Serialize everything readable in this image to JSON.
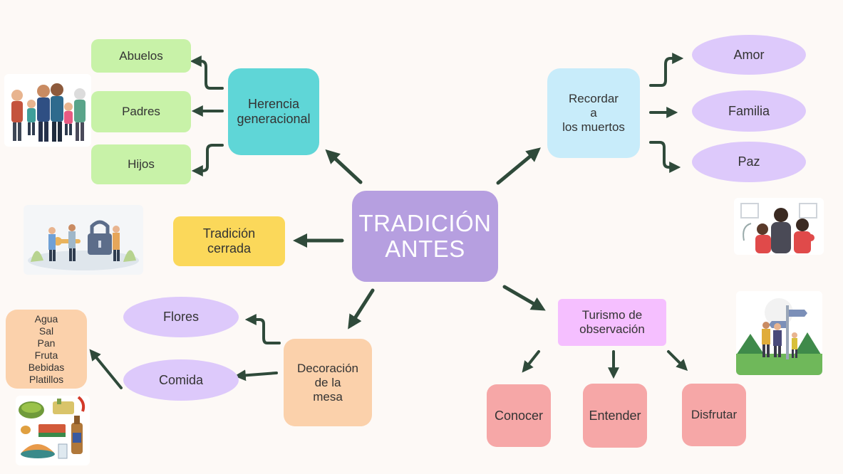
{
  "center": "TRADICIÓN\nANTES",
  "herencia": {
    "label": "Herencia\ngeneracional",
    "children": [
      "Abuelos",
      "Padres",
      "Hijos"
    ]
  },
  "recordar": {
    "label": "Recordar\na\nlos muertos",
    "children": [
      "Amor",
      "Familia",
      "Paz"
    ]
  },
  "tradicion_cerrada": "Tradición\ncerrada",
  "decoracion": {
    "label": "Decoración\nde la\nmesa",
    "flores": "Flores",
    "comida": "Comida",
    "comida_items": [
      "Agua",
      "Sal",
      "Pan",
      "Fruta",
      "Bebidas",
      "Platillos"
    ]
  },
  "turismo": {
    "label": "Turismo de\nobservación",
    "children": [
      "Conocer",
      "Entender",
      "Disfrutar"
    ]
  },
  "colors": {
    "center": "#b69fe0",
    "arrow": "#2f4a3a"
  }
}
